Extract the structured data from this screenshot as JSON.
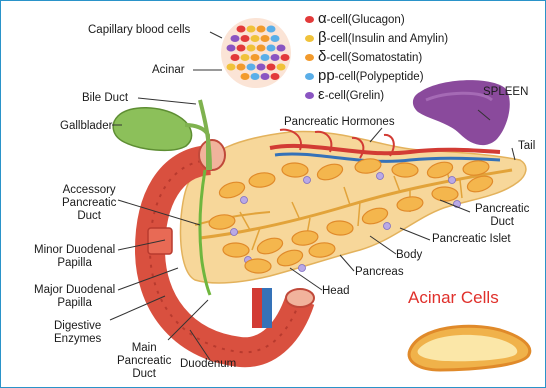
{
  "legend": [
    {
      "symbol": "α",
      "text": "-cell(Glucagon)",
      "color": "#e23a3a"
    },
    {
      "symbol": "β",
      "text": "-cell(Insulin and Amylin)",
      "color": "#f0c23a"
    },
    {
      "symbol": "δ",
      "text": "-cell(Somatostatin)",
      "color": "#f29a2c"
    },
    {
      "symbol": "pp",
      "text": "-cell(Polypeptide)",
      "color": "#5aaee8"
    },
    {
      "symbol": "ε",
      "text": "-cell(Grelin)",
      "color": "#8a55c2"
    }
  ],
  "labels": {
    "capillary": "Capillary blood cells",
    "acinar": "Acinar",
    "bile_duct": "Bile Duct",
    "gallbladder": "Gallblader",
    "spleen": "SPLEEN",
    "hormones": "Pancreatic Hormones",
    "tail": "Tail",
    "accessory": [
      "Accessory",
      "Pancreatic",
      "Duct"
    ],
    "pancreatic_duct": [
      "Pancreatic",
      "Duct"
    ],
    "islet": "Pancreatic Islet",
    "body": "Body",
    "pancreas": "Pancreas",
    "head": "Head",
    "minor": [
      "Minor Duodenal",
      "Papilla"
    ],
    "major": [
      "Major Duodenal",
      "Papilla"
    ],
    "digestive": [
      "Digestive",
      "Enzymes"
    ],
    "main_duct": [
      "Main",
      "Pancreatic",
      "Duct"
    ],
    "duodenum": "Duodenum",
    "acinar_cells": "Acinar Cells"
  },
  "colors": {
    "frame": "#2a93c9",
    "pancreas": "#f7d79a",
    "duodenum": "#d9503f",
    "spleen": "#8a4a9c",
    "gallbladder": "#8cc05a",
    "title": "#e0302b"
  }
}
